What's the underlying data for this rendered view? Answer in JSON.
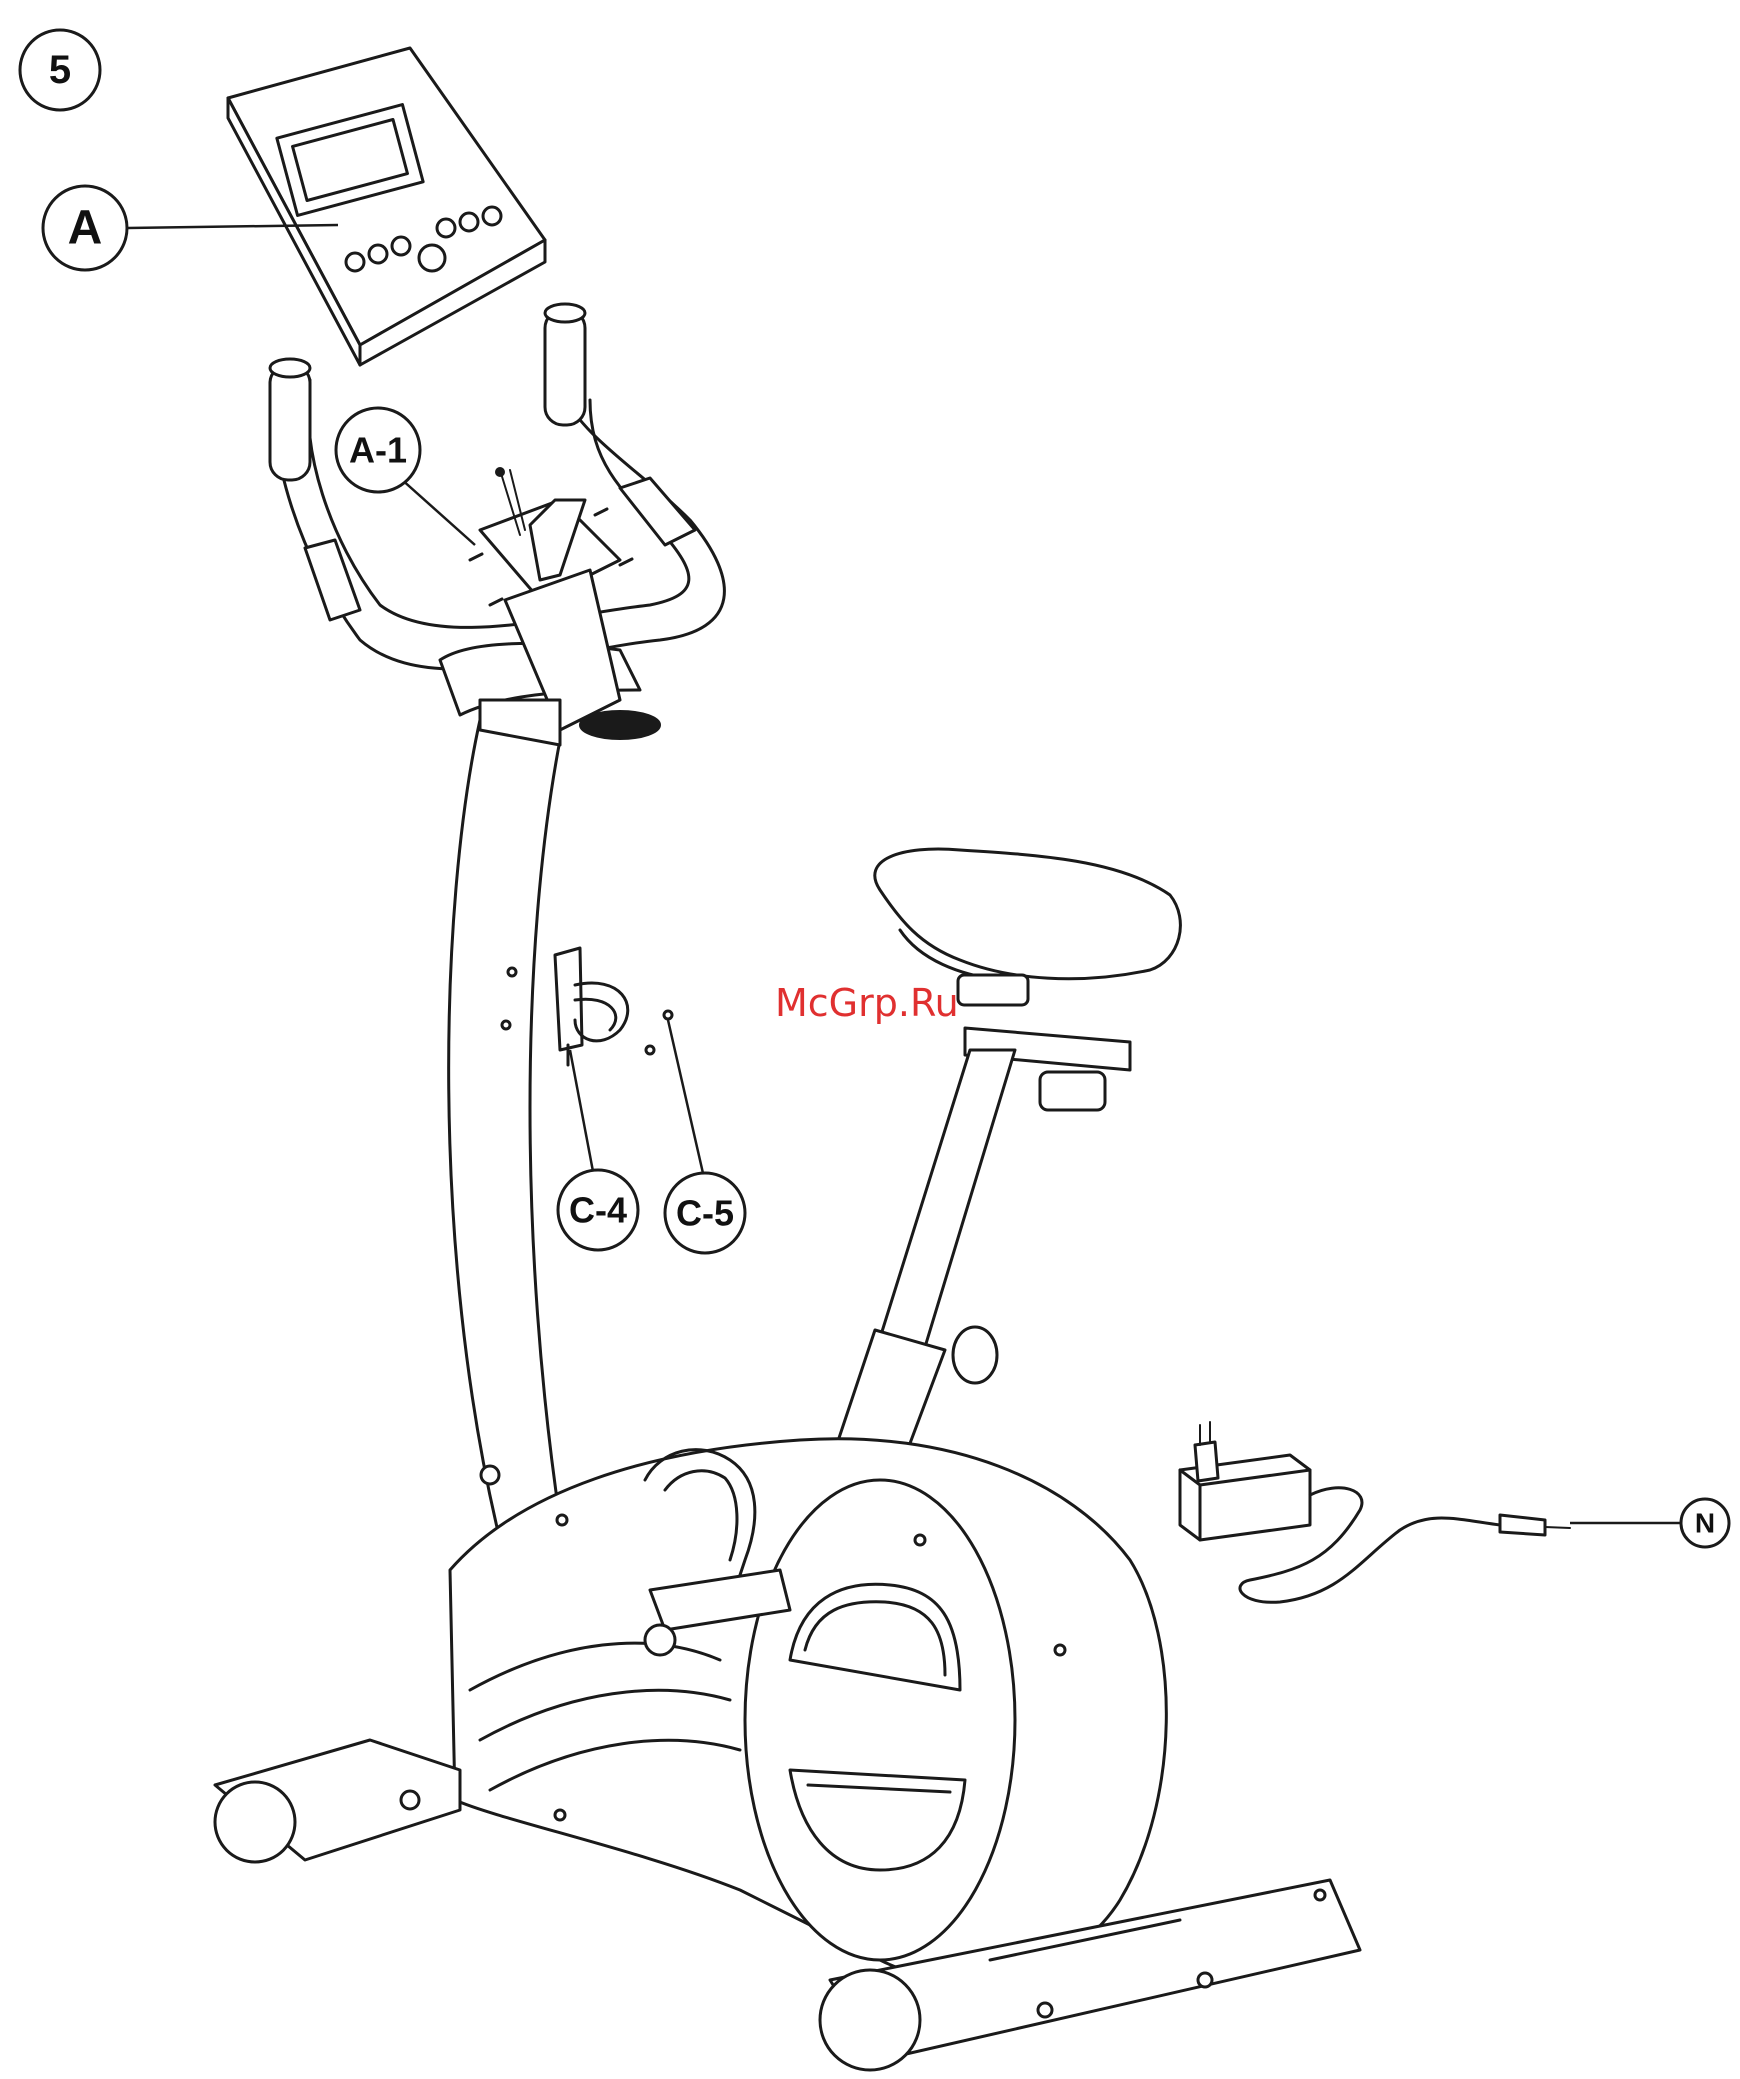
{
  "callouts": {
    "step": "5",
    "console": "A",
    "bracket": "A-1",
    "bottle_holder": "C-4",
    "screw": "C-5",
    "adapter": "N"
  },
  "watermark": "McGrp.Ru",
  "colors": {
    "line": "#1a1a1a",
    "background": "#ffffff",
    "watermark": "#e03030"
  }
}
